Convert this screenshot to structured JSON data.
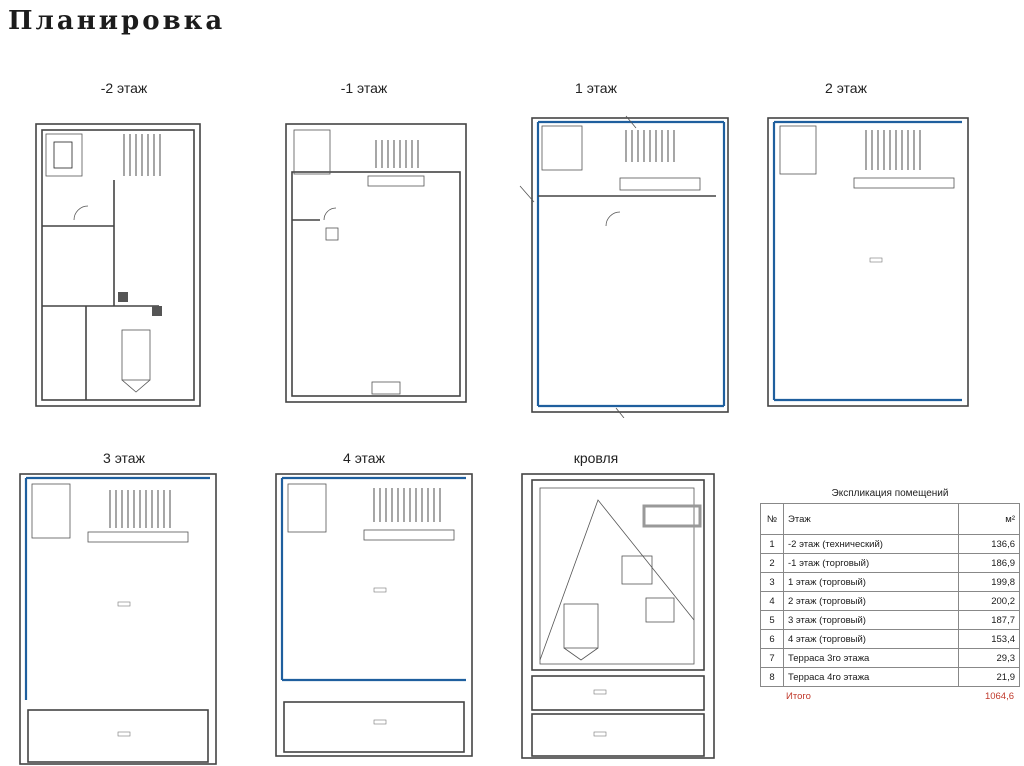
{
  "title": "Планировка",
  "floors": [
    {
      "label": "-2 этаж"
    },
    {
      "label": "-1 этаж"
    },
    {
      "label": "1 этаж"
    },
    {
      "label": "2 этаж"
    },
    {
      "label": "3 этаж"
    },
    {
      "label": "4 этаж"
    },
    {
      "label": "кровля"
    }
  ],
  "legend": {
    "title": "Экспликация помещений",
    "headers": {
      "num": "№",
      "floor": "Этаж",
      "area": "м²"
    },
    "rows": [
      {
        "num": "1",
        "floor": "-2 этаж (технический)",
        "area": "136,6"
      },
      {
        "num": "2",
        "floor": "-1 этаж (торговый)",
        "area": "186,9"
      },
      {
        "num": "3",
        "floor": "1 этаж (торговый)",
        "area": "199,8"
      },
      {
        "num": "4",
        "floor": "2 этаж (торговый)",
        "area": "200,2"
      },
      {
        "num": "5",
        "floor": "3 этаж (торговый)",
        "area": "187,7"
      },
      {
        "num": "6",
        "floor": "4 этаж (торговый)",
        "area": "153,4"
      },
      {
        "num": "7",
        "floor": "Терраса 3го этажа",
        "area": "29,3"
      },
      {
        "num": "8",
        "floor": "Терраса 4го этажа",
        "area": "21,9"
      }
    ],
    "total_label": "Итого",
    "total_value": "1064,6"
  },
  "colors": {
    "glazing": "#1f5f9e",
    "total": "#c0392b"
  }
}
